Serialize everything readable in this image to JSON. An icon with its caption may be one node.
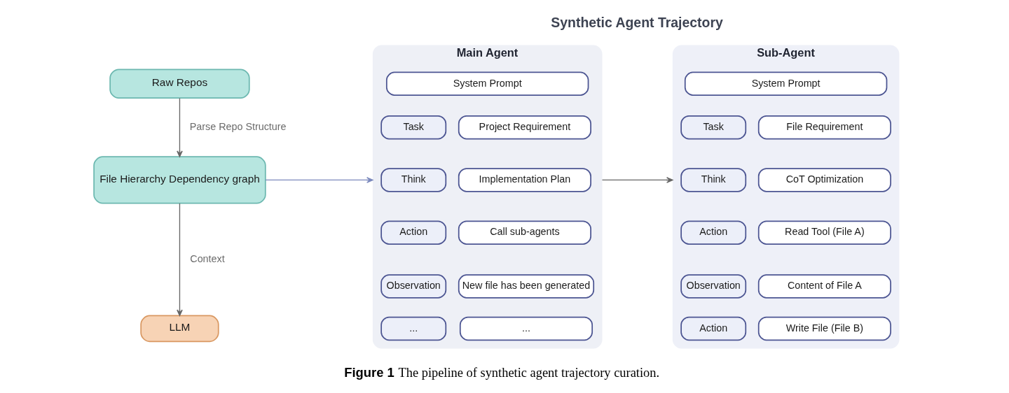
{
  "diagram": {
    "title": "Synthetic Agent Trajectory",
    "caption": "**Figure 1** The pipeline of synthetic agent trajectory curation.",
    "nodes": [
      {
        "text": [
          "Raw Repos"
        ]
      },
      {
        "text": [
          "File Hierarchy Dependency graph"
        ]
      },
      {
        "text": [
          "LLM"
        ]
      },
      {
        "text": [
          "Main Agent"
        ]
      },
      {
        "text": [
          "System Prompt"
        ],
        "in": 3
      },
      {
        "text": [
          "Task"
        ],
        "in": 3
      },
      {
        "text": [
          "Project Requirement"
        ],
        "in": 3
      },
      {
        "text": [
          "Think"
        ],
        "in": 3
      },
      {
        "text": [
          "Implementation Plan"
        ],
        "in": 3
      },
      {
        "text": [
          "Action"
        ],
        "in": 3
      },
      {
        "text": [
          "Call sub-agents"
        ],
        "in": 3
      },
      {
        "text": [
          "Observation"
        ],
        "in": 3
      },
      {
        "text": [
          "New file has been generated"
        ],
        "in": 3
      },
      {
        "text": [
          "..."
        ],
        "in": 3
      },
      {
        "text": [
          "..."
        ],
        "in": 3
      },
      {
        "text": [
          "Sub-Agent"
        ]
      },
      {
        "text": [
          "System Prompt"
        ],
        "in": 15
      },
      {
        "text": [
          "Task"
        ],
        "in": 15
      },
      {
        "text": [
          "File Requirement"
        ],
        "in": 15
      },
      {
        "text": [
          "Think"
        ],
        "in": 15
      },
      {
        "text": [
          "CoT Optimization"
        ],
        "in": 15
      },
      {
        "text": [
          "Action"
        ],
        "in": 15
      },
      {
        "text": [
          "Read Tool (File A)"
        ],
        "in": 15
      },
      {
        "text": [
          "Observation"
        ],
        "in": 15
      },
      {
        "text": [
          "Content of File A"
        ],
        "in": 15
      },
      {
        "text": [
          "Action"
        ],
        "in": 15
      },
      {
        "text": [
          "Write File (File B)"
        ],
        "in": 15
      }
    ],
    "edges": [
      {
        "from": 0,
        "to": 1,
        "arrow": "to",
        "label": "Parse Repo Structure"
      },
      {
        "from": 1,
        "to": 2,
        "arrow": "to",
        "label": "Context"
      },
      {
        "from": 1,
        "to": 3,
        "arrow": "to",
        "color": "#7b89bd"
      },
      {
        "from": 3,
        "to": 15,
        "arrow": "to"
      }
    ]
  }
}
